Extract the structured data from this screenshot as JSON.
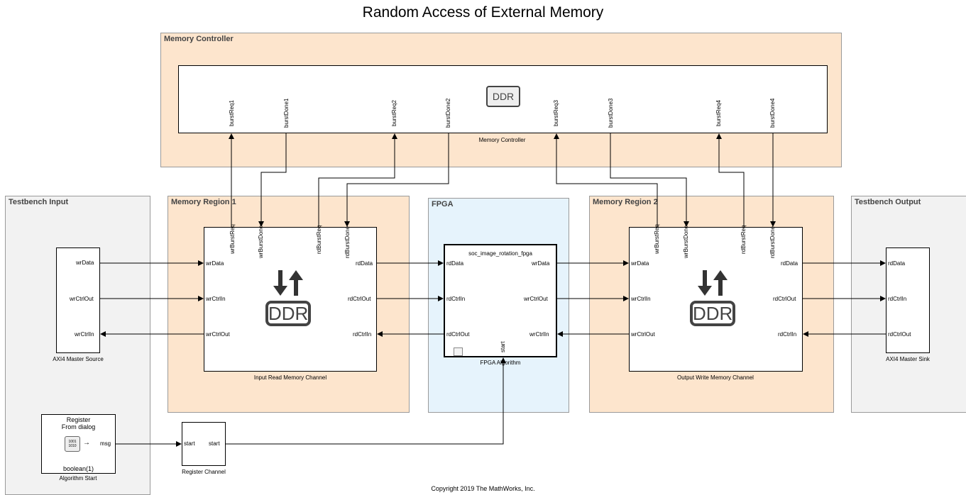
{
  "title": "Random Access of External Memory",
  "copyright": "Copyright 2019 The MathWorks, Inc.",
  "areas": {
    "memory_controller": "Memory Controller",
    "testbench_input": "Testbench Input",
    "memory_region_1": "Memory Region 1",
    "fpga": "FPGA",
    "memory_region_2": "Memory Region 2",
    "testbench_output": "Testbench Output"
  },
  "memory_controller": {
    "caption": "Memory Controller",
    "chip_label": "DDR",
    "ports": [
      "burstReq1",
      "burstDone1",
      "burstReq2",
      "burstDone2",
      "burstReq3",
      "burstDone3",
      "burstReq4",
      "burstDone4"
    ]
  },
  "axi_source": {
    "caption": "AXI4 Master Source",
    "ports": [
      "wrData",
      "wrCtrlOut",
      "wrCtrlIn"
    ]
  },
  "input_channel": {
    "caption": "Input Read Memory Channel",
    "chip_label": "DDR",
    "top_ports": [
      "wrBurstReq",
      "wrBurstDone",
      "rdBurstReq",
      "rdBurstDone"
    ],
    "left_ports": [
      "wrData",
      "wrCtrlIn",
      "wrCtrlOut"
    ],
    "right_ports": [
      "rdData",
      "rdCtrlOut",
      "rdCtrlIn"
    ]
  },
  "fpga_block": {
    "name": "soc_image_rotation_fpga",
    "caption": "FPGA Algorithm",
    "left_ports": [
      "rdData",
      "rdCtrlIn",
      "rdCtrlOut"
    ],
    "right_ports": [
      "wrData",
      "wrCtrlOut",
      "wrCtrlIn"
    ],
    "bottom_port": "start"
  },
  "output_channel": {
    "caption": "Output Write Memory Channel",
    "chip_label": "DDR",
    "top_ports": [
      "wrBurstReq",
      "wrBurstDone",
      "rdBurstReq",
      "rdBurstDone"
    ],
    "left_ports": [
      "wrData",
      "wrCtrlIn",
      "wrCtrlOut"
    ],
    "right_ports": [
      "rdData",
      "rdCtrlOut",
      "rdCtrlIn"
    ]
  },
  "axi_sink": {
    "caption": "AXI4 Master Sink",
    "ports": [
      "rdData",
      "rdCtrlIn",
      "rdCtrlOut"
    ]
  },
  "register_block": {
    "line1": "Register",
    "line2": "From dialog",
    "out_port": "msg",
    "type_label": "boolean(1)",
    "caption": "Algorithm Start",
    "icon_text": "1001 1010"
  },
  "register_channel": {
    "in_port": "start",
    "out_port": "start",
    "caption": "Register Channel"
  }
}
